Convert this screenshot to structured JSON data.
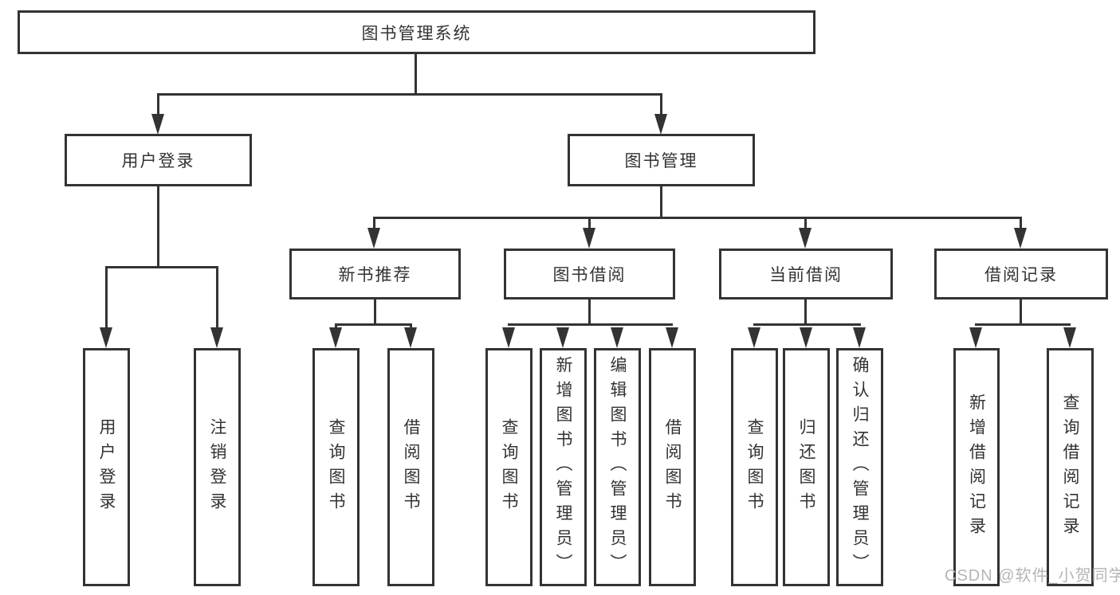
{
  "title": {
    "label": "图书管理系统"
  },
  "level2": [
    {
      "label": "用户登录"
    },
    {
      "label": "图书管理"
    }
  ],
  "level3": [
    {
      "label": "新书推荐"
    },
    {
      "label": "图书借阅"
    },
    {
      "label": "当前借阅"
    },
    {
      "label": "借阅记录"
    }
  ],
  "leaves": {
    "user_login": [
      "用户登录",
      "注销登录"
    ],
    "new_book_recommend": [
      "查询图书",
      "借阅图书"
    ],
    "book_borrow": [
      "查询图书",
      "新增图书（管理员）",
      "编辑图书（管理员）",
      "借阅图书"
    ],
    "current_borrow": [
      "查询图书",
      "归还图书",
      "确认归还（管理员）"
    ],
    "borrow_records": [
      "新增借阅记录",
      "查询借阅记录"
    ]
  },
  "watermark": "CSDN @软件_小贺同学",
  "colors": {
    "line": "#333333",
    "text": "#333333",
    "watermark": "#b5b5b5",
    "background": "#ffffff"
  }
}
